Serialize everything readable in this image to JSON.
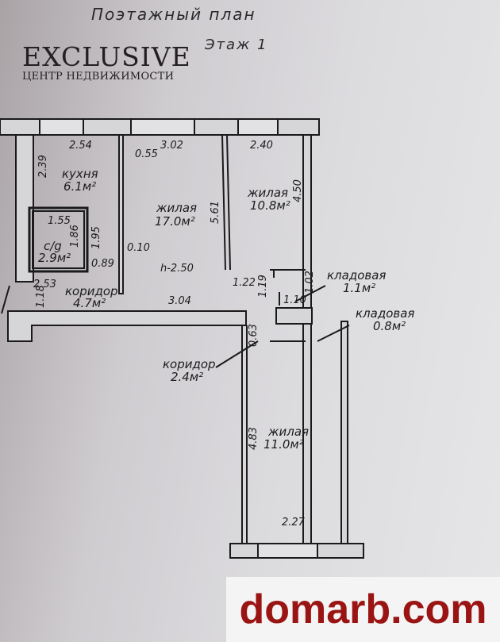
{
  "header": {
    "title": "Поэтажный план",
    "floor": "Этаж 1"
  },
  "logo": {
    "name": "EXCLUSIVE",
    "subtitle": "ЦЕНТР НЕДВИЖИМОСТИ"
  },
  "rooms": [
    {
      "name": "кухня",
      "area": "6.1м²"
    },
    {
      "name": "жилая",
      "area": "17.0м²"
    },
    {
      "name": "жилая",
      "area": "10.8м²"
    },
    {
      "name": "с/g",
      "area": "2.9м²"
    },
    {
      "name": "коридор",
      "area": "4.7м²"
    },
    {
      "name": "кладовая",
      "area": "1.1м²"
    },
    {
      "name": "кладовая",
      "area": "0.8м²"
    },
    {
      "name": "коридор",
      "area": "2.4м²"
    },
    {
      "name": "жилая",
      "area": "11.0м²"
    }
  ],
  "dimensions": {
    "d254": "2.54",
    "d302": "3.02",
    "d055": "0.55",
    "d240": "2.40",
    "d239": "2.39",
    "d450": "4.50",
    "d561": "5.61",
    "d155": "1.55",
    "d186": "1.86",
    "d195": "1.95",
    "d010": "0.10",
    "d089": "0.89",
    "h250": "h-2.50",
    "d253": "2.53",
    "d118": "1.18",
    "d304": "3.04",
    "d122": "1.22",
    "d119": "1.19",
    "d102": "1.02",
    "d110": "1.10",
    "d063": "0.63",
    "d483": "4.83",
    "d227": "2.27"
  },
  "watermark": "domarb.com"
}
